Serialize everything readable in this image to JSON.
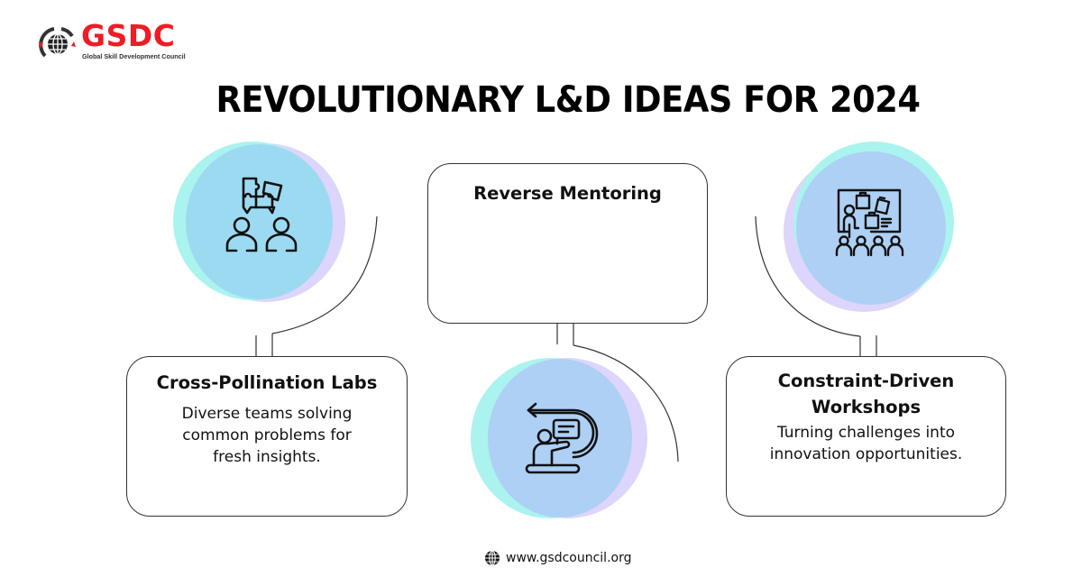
{
  "brand": {
    "name": "GSDC",
    "tagline": "Global Skill Development Council",
    "color": "#ee1c25"
  },
  "title": "REVOLUTIONARY L&D IDEAS FOR 2024",
  "colors": {
    "cyan": "#abf3ee",
    "sky": "#9cdaf1",
    "periwinkle": "#add0f4",
    "lavender": "#ddd5fb",
    "outline": "#333333"
  },
  "ideas": [
    {
      "title": "Cross-Pollination Labs",
      "description_lines": [
        "Diverse teams solving",
        "common problems for",
        "fresh insights."
      ],
      "icon": "puzzle-team-icon"
    },
    {
      "title": "Reverse Mentoring",
      "description_lines": [],
      "icon": "reverse-presenter-icon"
    },
    {
      "title_lines": [
        "Constraint-Driven",
        "Workshops"
      ],
      "description_lines": [
        "Turning challenges into",
        "innovation opportunities."
      ],
      "icon": "workshop-board-icon"
    }
  ],
  "footer": {
    "icon": "globe-icon",
    "url": "www.gsdcouncil.org"
  }
}
